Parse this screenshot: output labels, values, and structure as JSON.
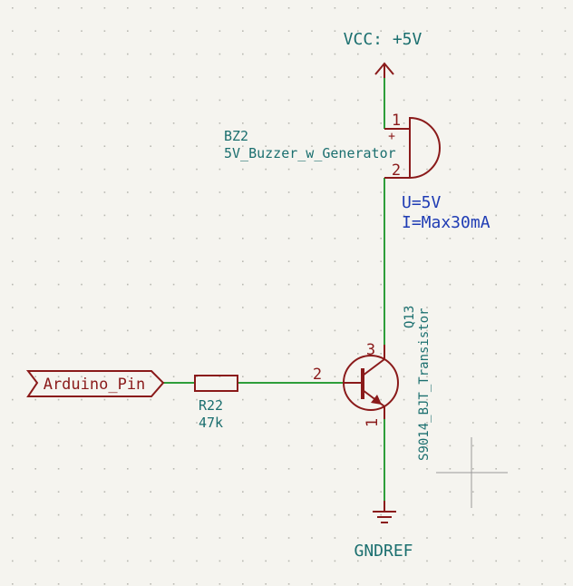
{
  "colors": {
    "background": "#f5f4ef",
    "grid_dot": "#b9b9b2",
    "wire": "#2e9e3a",
    "symbol": "#8a1a1a",
    "ref_text": "#1b6f6f",
    "note_text": "#1f3cb4",
    "cursor": "#9a9a9a"
  },
  "power": {
    "vcc_label": "VCC: +5V",
    "gnd_label": "GNDREF"
  },
  "buzzer": {
    "ref": "BZ2",
    "value": "5V_Buzzer_w_Generator",
    "pin1": "1",
    "pin2": "2",
    "plus": "+",
    "note_voltage": "U=5V",
    "note_current": "I=Max30mA"
  },
  "transistor": {
    "ref": "Q13",
    "value": "S9014_BJT_Transistor",
    "pin_base": "2",
    "pin_collector": "3",
    "pin_emitter": "1"
  },
  "resistor": {
    "ref": "R22",
    "value": "47k"
  },
  "input_port": {
    "label": "Arduino_Pin"
  }
}
